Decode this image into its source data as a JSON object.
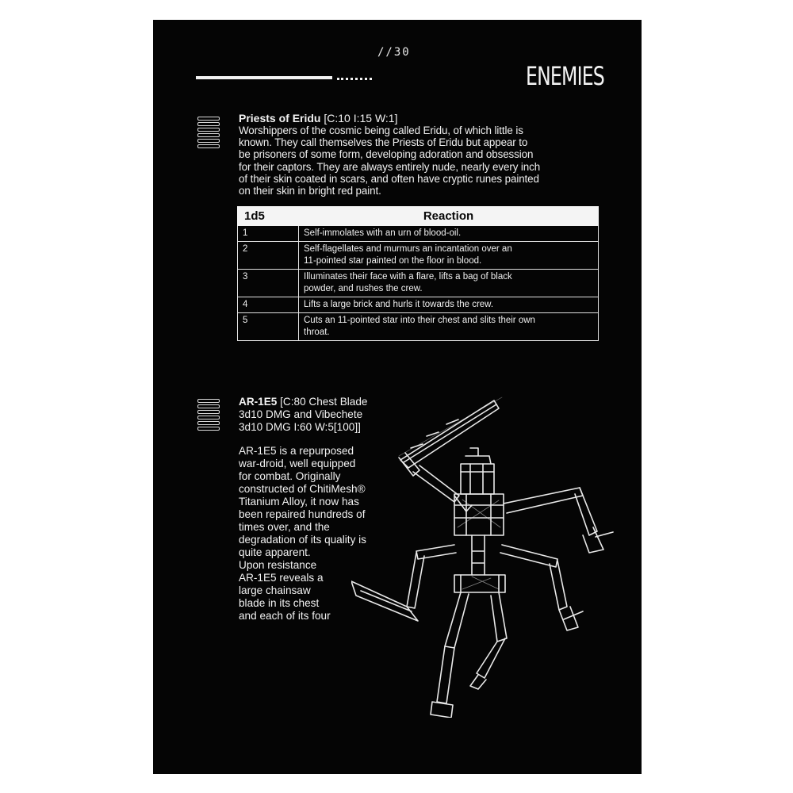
{
  "page": {
    "number": "//30",
    "section_title": "ENEMIES"
  },
  "priests": {
    "name": "Priests of Eridu",
    "stats": " [C:10 I:15 W:1]",
    "description_lines": [
      "Worshippers of the cosmic being called Eridu, of which little is",
      "known. They call themselves the Priests of Eridu but appear to",
      "be prisoners of some form, developing  adoration and obsession",
      "for their captors. They are always entirely nude, nearly every inch",
      "of their skin coated in scars, and often have cryptic runes painted",
      "on their skin in bright red paint."
    ],
    "table": {
      "header_die": "1d5",
      "header_reaction": "Reaction",
      "rows": [
        {
          "die": "1",
          "lines": [
            "Self-immolates with an urn of blood-oil."
          ]
        },
        {
          "die": "2",
          "lines": [
            "Self-flagellates and murmurs an incantation over an",
            "11-pointed star painted on the floor in blood."
          ]
        },
        {
          "die": "3",
          "lines": [
            "Illuminates their face with a flare, lifts a bag of black",
            "powder, and rushes the crew."
          ]
        },
        {
          "die": "4",
          "lines": [
            " Lifts a large brick and hurls it towards the crew."
          ]
        },
        {
          "die": "5",
          "lines": [
            "Cuts an 11-pointed star into their chest and slits their own",
            "throat."
          ]
        }
      ]
    }
  },
  "droid": {
    "name": "AR-1E5",
    "stats_lines": [
      " [C:80 Chest Blade",
      "3d10 DMG and Vibechete",
      "3d10 DMG I:60 W:5[100]]"
    ],
    "description_lines": [
      "AR-1E5 is a repurposed",
      "war-droid, well equipped",
      "for combat. Originally",
      "constructed of ChitiMesh®",
      "Titanium Alloy, it now has",
      "been repaired hundreds of",
      "times over, and the",
      "degradation of its quality is",
      "quite apparent.",
      "Upon resistance",
      "AR-1E5 reveals a",
      "large chainsaw",
      "blade in its chest",
      "and each of its four"
    ]
  },
  "colors": {
    "page_background": "#050505",
    "text": "#f2f2f2",
    "surround": "#ffffff"
  }
}
